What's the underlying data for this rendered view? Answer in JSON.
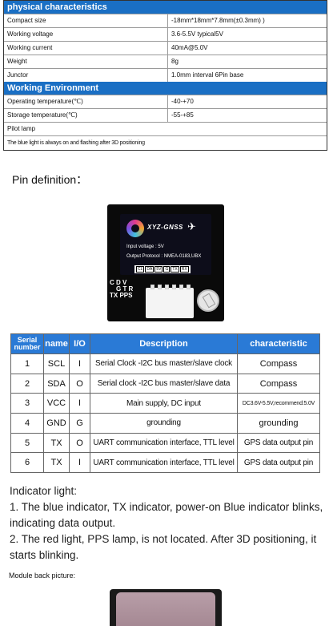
{
  "spec": {
    "header1": "physical characteristics",
    "rows1": [
      {
        "k": "Compact size",
        "v": "-18mm*18mm*7.8mm(±0.3mm) )"
      },
      {
        "k": "Working voltage",
        "v": "3.6-5.5V  typical5V"
      },
      {
        "k": "Working current",
        "v": "40mA@5.0V"
      },
      {
        "k": "Weight",
        "v": "8g"
      },
      {
        "k": "Junctor",
        "v": "1.0mm interval 6Pin base"
      }
    ],
    "header2": "Working Environment",
    "rows2": [
      {
        "k": "Operating temperature(℃)",
        "v": "-40-+70"
      },
      {
        "k": "Storage temperature(℃)",
        "v": "-55-+85"
      }
    ],
    "pilot_lamp": "Pilot lamp",
    "pilot_note": "The blue light is always on and flashing after 3D positioning"
  },
  "pin_title": "Pin definition：",
  "module": {
    "brand": "XYZ-GNSS",
    "voltage": "Input voltage : 5V",
    "protocol": "Output Protocol : NMEA-0183,UBX",
    "pin_labels": [
      "CL",
      "DA",
      "5V",
      "G",
      "TX",
      "RX"
    ],
    "side_row1": "C D V",
    "side_row2": "  G T R",
    "side_row3": "TX PPS"
  },
  "pin_table": {
    "headers": [
      "Serial number",
      "name",
      "I/O",
      "Description",
      "characteristic"
    ],
    "rows": [
      [
        "1",
        "SCL",
        "I",
        "Serial Clock -I2C bus master/slave clock",
        "Compass"
      ],
      [
        "2",
        "SDA",
        "O",
        "Serial clock -I2C bus master/slave data",
        "Compass"
      ],
      [
        "3",
        "VCC",
        "I",
        "Main supply, DC input",
        "DC3.6V-5.5V,recommend:5.0V"
      ],
      [
        "4",
        "GND",
        "G",
        "grounding",
        "grounding"
      ],
      [
        "5",
        "TX",
        "O",
        "UART communication interface, TTL level",
        "GPS data output pin"
      ],
      [
        "6",
        "TX",
        "I",
        "UART communication interface, TTL level",
        "GPS data output pin"
      ]
    ]
  },
  "indicator": {
    "title": "Indicator light:",
    "line1": "1. The blue indicator, TX indicator, power-on Blue indicator blinks, indicating data output.",
    "line2": "2. The red light, PPS lamp, is not located. After 3D positioning, it starts blinking."
  },
  "back_title": "Module back picture:"
}
